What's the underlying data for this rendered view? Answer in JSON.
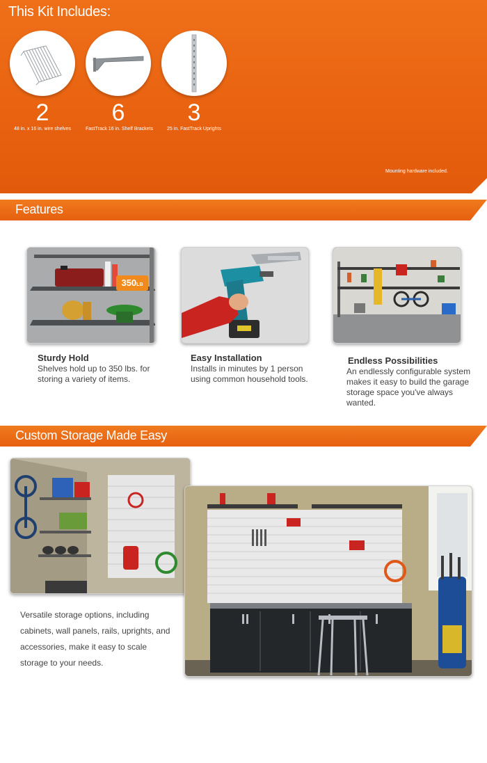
{
  "kit": {
    "title": "This Kit Includes:",
    "items": [
      {
        "count": "2",
        "label": "48 in. x 16 in. wire shelves",
        "icon": "wire-shelf-icon"
      },
      {
        "count": "6",
        "label": "FastTrack 16 in. Shelf Brackets",
        "icon": "shelf-bracket-icon"
      },
      {
        "count": "3",
        "label": "25 in. FastTrack Uprights",
        "icon": "upright-icon"
      }
    ],
    "note": "Mounting hardware included."
  },
  "features": {
    "title": "Features",
    "items": [
      {
        "title": "Sturdy Hold",
        "text": "Shelves hold up to 350 lbs. for storing a variety of items.",
        "badge": "350",
        "badge_unit": "LB"
      },
      {
        "title": "Easy Installation",
        "text": "Installs in minutes by 1 person using common household tools."
      },
      {
        "title": "Endless Possibilities",
        "text": "An endlessly configurable system makes it easy to build the garage storage space you've always wanted."
      }
    ]
  },
  "custom": {
    "title": "Custom Storage Made Easy",
    "text": "Versatile storage options, including cabinets, wall panels, rails, uprights, and accessories, make it easy to scale storage to your needs."
  },
  "colors": {
    "accent": "#e96311",
    "badge": "#f08a1c"
  }
}
